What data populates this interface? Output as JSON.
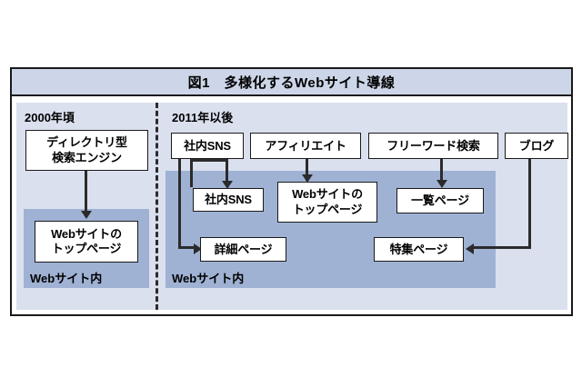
{
  "figure": {
    "title": "図1　多様化するWebサイト導線",
    "colors": {
      "title_bar": "#ccd6e8",
      "panel": "#dbe0ef",
      "region": "#9fb2d4",
      "box_fill": "#ffffff",
      "stroke": "#1a1a1a",
      "connector": "#2b2b2b"
    }
  },
  "panels": {
    "left": {
      "era_label": "2000年頃",
      "region_label": "Webサイト内",
      "nodes": {
        "search_engine": "ディレクトリ型\n検索エンジン",
        "search_engine_line1": "ディレクトリ型",
        "search_engine_line2": "検索エンジン",
        "top_page_line1": "Webサイトの",
        "top_page_line2": "トップページ"
      }
    },
    "right": {
      "era_label": "2011年以後",
      "region_label": "Webサイト内",
      "entry_nodes": [
        {
          "id": "shanai-sns",
          "label": "社内SNS"
        },
        {
          "id": "affiliate",
          "label": "アフィリエイト"
        },
        {
          "id": "free-word-search",
          "label": "フリーワード検索"
        },
        {
          "id": "blog",
          "label": "ブログ"
        }
      ],
      "landing_nodes": [
        {
          "id": "shanai-sns-page",
          "label": "社内SNS"
        },
        {
          "id": "top-page",
          "label_line1": "Webサイトの",
          "label_line2": "トップページ"
        },
        {
          "id": "list-page",
          "label": "一覧ページ"
        },
        {
          "id": "detail-page",
          "label": "詳細ページ"
        },
        {
          "id": "feature-page",
          "label": "特集ページ"
        }
      ],
      "flows": [
        {
          "from": "社内SNS",
          "to": "社内SNS"
        },
        {
          "from": "社内SNS",
          "to": "詳細ページ"
        },
        {
          "from": "アフィリエイト",
          "to": "Webサイトのトップページ"
        },
        {
          "from": "フリーワード検索",
          "to": "一覧ページ"
        },
        {
          "from": "ブログ",
          "to": "特集ページ"
        }
      ]
    }
  }
}
